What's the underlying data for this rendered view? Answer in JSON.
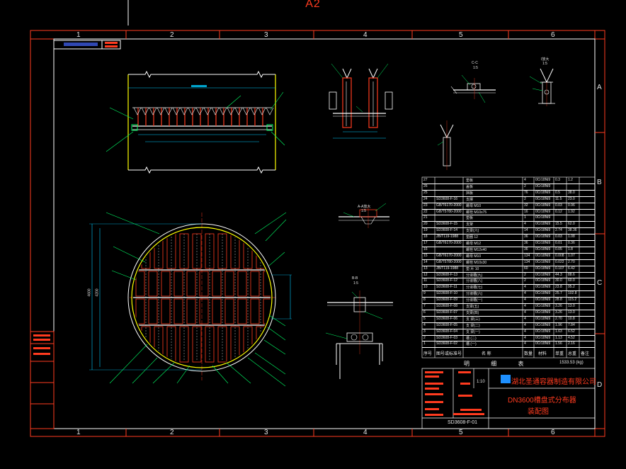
{
  "sheet": {
    "size_label": "A2"
  },
  "frame": {
    "columns": [
      "1",
      "2",
      "3",
      "4",
      "5",
      "6"
    ],
    "rows": [
      "A",
      "B",
      "C",
      "D"
    ]
  },
  "title_block": {
    "company": "湖北圣通容器制造有限公司",
    "drawing_title": "DN3600槽盘式分布器",
    "drawing_subtitle": "装配图",
    "scale": "1:10",
    "drawing_number": "SD3608-F-01",
    "list_label": "明 细 表",
    "total_weight": "1533.53 (kg)"
  },
  "parts_table": {
    "headers": [
      "序号",
      "图号或标准号",
      "名 称",
      "数量",
      "材料",
      "单重",
      "总重",
      "备注"
    ],
    "rows": [
      {
        "no": "27",
        "code": "",
        "name": "垫板",
        "qty": "4",
        "mat": "0Cr18Ni9",
        "w": "0.3",
        "tw": "1.2"
      },
      {
        "no": "26",
        "code": "",
        "name": "盖板",
        "qty": "2",
        "mat": "0Cr18Ni9",
        "w": "",
        "tw": ""
      },
      {
        "no": "25",
        "code": "",
        "name": "挡板",
        "qty": "76",
        "mat": "0Cr18Ni9",
        "w": "0.5",
        "tw": "38.0"
      },
      {
        "no": "24",
        "code": "SD3608-F-16",
        "name": "支撑",
        "qty": "2",
        "mat": "0Cr18Ni9",
        "w": "11.5",
        "tw": "23.0"
      },
      {
        "no": "23",
        "code": "GB/T6170-2000",
        "name": "螺母 M10",
        "qty": "32",
        "mat": "0Cr18Ni9",
        "w": "0.03",
        "tw": "0.96"
      },
      {
        "no": "22",
        "code": "GB/T5780-2000",
        "name": "螺栓 M10x75",
        "qty": "16",
        "mat": "0Cr18Ni9",
        "w": "0.12",
        "tw": "1.92"
      },
      {
        "no": "21",
        "code": "",
        "name": "垫板",
        "qty": "1",
        "mat": "0Cr18Ni9",
        "w": "",
        "tw": ""
      },
      {
        "no": "20",
        "code": "SD3608-F-15",
        "name": "支架",
        "qty": "4",
        "mat": "0Cr18Ni9",
        "w": "15.5",
        "tw": "62.0"
      },
      {
        "no": "19",
        "code": "SD3608-F-14",
        "name": "支梁(六)",
        "qty": "14",
        "mat": "0Cr18Ni9",
        "w": "2.74",
        "tw": "38.36"
      },
      {
        "no": "18",
        "code": "JB/T119-1988",
        "name": "垫圈 12",
        "qty": "36",
        "mat": "0Cr18Ni9",
        "w": "0.03",
        "tw": "1.08"
      },
      {
        "no": "17",
        "code": "GB/T6170-2000",
        "name": "螺母 M12",
        "qty": "36",
        "mat": "0Cr18Ni9",
        "w": "0.01",
        "tw": "0.36"
      },
      {
        "no": "16",
        "code": "",
        "name": "螺栓 M12x40",
        "qty": "36",
        "mat": "0Cr18Ni9",
        "w": "0.05",
        "tw": "1.8"
      },
      {
        "no": "15",
        "code": "GB/T6170-2000",
        "name": "螺母 M10",
        "qty": "134",
        "mat": "0Cr18Ni9",
        "w": "0.008",
        "tw": "1.07"
      },
      {
        "no": "14",
        "code": "GB/T5780-2000",
        "name": "螺栓 M10x30",
        "qty": "134",
        "mat": "0Cr18Ni9",
        "w": "0.022",
        "tw": "2.70"
      },
      {
        "no": "13",
        "code": "JB/T119-1988",
        "name": "垫 片 10",
        "qty": "60",
        "mat": "0Cr18Ni9",
        "w": "0.107",
        "tw": "6.42"
      },
      {
        "no": "12",
        "code": "SD3608-F-13",
        "name": "分液槽(九)",
        "qty": "2",
        "mat": "0Cr18Ni9",
        "w": "44.3",
        "tw": "88.6"
      },
      {
        "no": "11",
        "code": "SD3608-F-12",
        "name": "分液槽(八)",
        "qty": "2",
        "mat": "0Cr18Ni9",
        "w": "30.0",
        "tw": "60.0"
      },
      {
        "no": "10",
        "code": "SD3608-F-11",
        "name": "分液槽(七)",
        "qty": "4",
        "mat": "0Cr18Ni9",
        "w": "23.8",
        "tw": "95.2"
      },
      {
        "no": "9",
        "code": "SD3608-F-10",
        "name": "分液槽(六)",
        "qty": "4",
        "mat": "0Cr18Ni9",
        "w": "25.7",
        "tw": "102.8"
      },
      {
        "no": "8",
        "code": "SD3608-F-09",
        "name": "分液槽(一)",
        "qty": "4",
        "mat": "0Cr18Ni9",
        "w": "28.8",
        "tw": "115.2"
      },
      {
        "no": "7",
        "code": "SD3608-F-08",
        "name": "支梁(五)",
        "qty": "4",
        "mat": "0Cr18Ni9",
        "w": "3.26",
        "tw": "13.0"
      },
      {
        "no": "6",
        "code": "SD3608-F-07",
        "name": "支梁(四)",
        "qty": "4",
        "mat": "0Cr18Ni9",
        "w": "3.26",
        "tw": "13.0"
      },
      {
        "no": "5",
        "code": "SD3608-F-06",
        "name": "支 梁(三)",
        "qty": "4",
        "mat": "0Cr18Ni9",
        "w": "2.70",
        "tw": "10.8"
      },
      {
        "no": "4",
        "code": "SD3608-F-05",
        "name": "支 梁(二)",
        "qty": "4",
        "mat": "0Cr18Ni9",
        "w": "1.96",
        "tw": "7.84"
      },
      {
        "no": "3",
        "code": "SD3608-F-04",
        "name": "支 梁(一)",
        "qty": "4",
        "mat": "0Cr18Ni9",
        "w": "1.63",
        "tw": "6.52"
      },
      {
        "no": "2",
        "code": "SD3608-F-03",
        "name": "槽 (二)",
        "qty": "4",
        "mat": "0Cr18Ni9",
        "w": "1.13",
        "tw": "4.52"
      },
      {
        "no": "1",
        "code": "SD3608-F-02",
        "name": "槽 (一)",
        "qty": "4",
        "mat": "0Cr18Ni9",
        "w": "1.56",
        "tw": "2.16"
      }
    ]
  },
  "views": {
    "section_aa": {
      "label": "A-A放大",
      "scale": "1:5"
    },
    "section_bb": {
      "label": "B-B",
      "scale": "1:5"
    },
    "section_cc": {
      "label": "C-C",
      "scale": "1:5"
    },
    "detail_i": {
      "label": "I放大",
      "scale": "1:5"
    },
    "top_view": {
      "dim_a": "4600",
      "dim_b": "4200"
    }
  },
  "colors": {
    "frame": "#ff3b1f",
    "geometry": "#ffffff",
    "vessel": "#ffff00",
    "leaders": "#00ff66",
    "callouts": "#e6e6e6",
    "dims": "#00ccff"
  }
}
